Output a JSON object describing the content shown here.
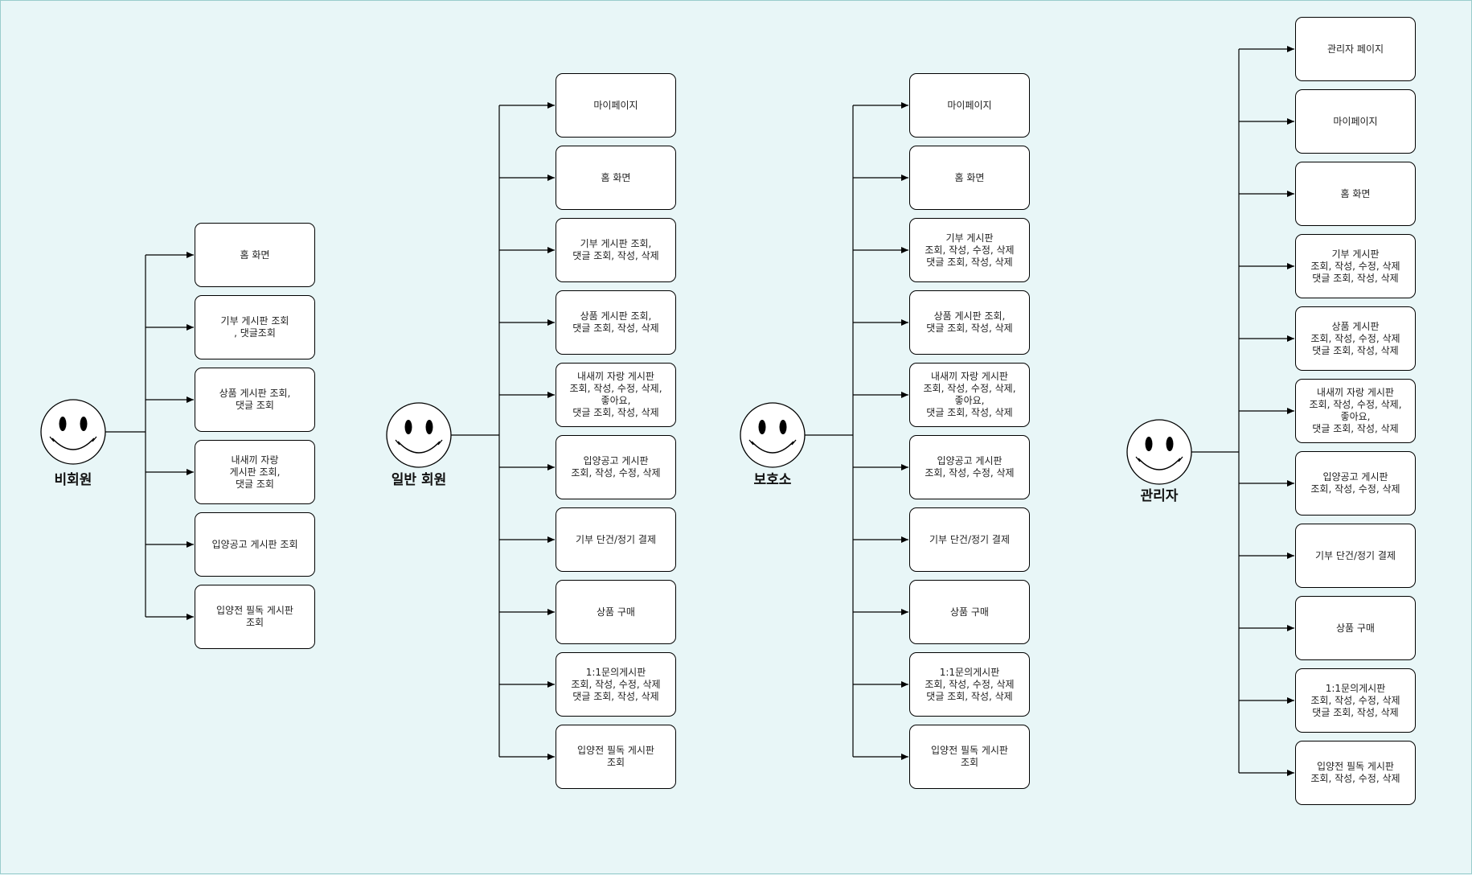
{
  "diagram": {
    "background": "#e8f6f7",
    "actors": [
      {
        "name": "비회원",
        "items": [
          "홈 화면",
          "기부 게시판 조회\n, 댓글조회",
          "상품 게시판 조회,\n댓글 조회",
          "내새끼 자랑\n게시판 조회,\n댓글 조회",
          "입양공고 게시판 조회",
          "입양전 필독 게시판\n조회"
        ]
      },
      {
        "name": "일반 회원",
        "items": [
          "마이페이지",
          "홈 화면",
          "기부 게시판 조회,\n댓글 조회, 작성, 삭제",
          "상품 게시판 조회,\n댓글 조회, 작성, 삭제",
          "내새끼 자랑 게시판\n조회, 작성, 수정, 삭제,\n좋아요,\n댓글 조회, 작성, 삭제",
          "입양공고 게시판\n조회, 작성, 수정, 삭제",
          "기부 단건/정기 결제",
          "상품 구매",
          "1:1문의게시판\n조회, 작성, 수정, 삭제\n댓글 조회, 작성, 삭제",
          "입양전 필독 게시판\n조회"
        ]
      },
      {
        "name": "보호소",
        "items": [
          "마이페이지",
          "홈 화면",
          "기부 게시판\n조회, 작성, 수정, 삭제\n댓글 조회, 작성, 삭제",
          "상품 게시판 조회,\n댓글 조회, 작성, 삭제",
          "내새끼 자랑 게시판\n조회, 작성, 수정, 삭제,\n좋아요,\n댓글 조회, 작성, 삭제",
          "입양공고 게시판\n조회, 작성, 수정, 삭제",
          "기부 단건/정기 결제",
          "상품 구매",
          "1:1문의게시판\n조회, 작성, 수정, 삭제\n댓글 조회, 작성, 삭제",
          "입양전 필독 게시판\n조회"
        ]
      },
      {
        "name": "관리자",
        "items": [
          "관리자 페이지",
          "마이페이지",
          "홈 화면",
          "기부 게시판\n조회, 작성, 수정, 삭제\n댓글 조회, 작성, 삭제",
          "상품 게시판\n조회, 작성, 수정, 삭제\n댓글 조회, 작성, 삭제",
          "내새끼 자랑 게시판\n조회, 작성, 수정, 삭제,\n좋아요,\n댓글 조회, 작성, 삭제",
          "입양공고 게시판\n조회, 작성, 수정, 삭제",
          "기부 단건/정기 결제",
          "상품 구매",
          "1:1문의게시판\n조회, 작성, 수정, 삭제\n댓글 조회, 작성, 삭제",
          "입양전 필독 게시판\n조회, 작성, 수정, 삭제"
        ]
      }
    ]
  }
}
